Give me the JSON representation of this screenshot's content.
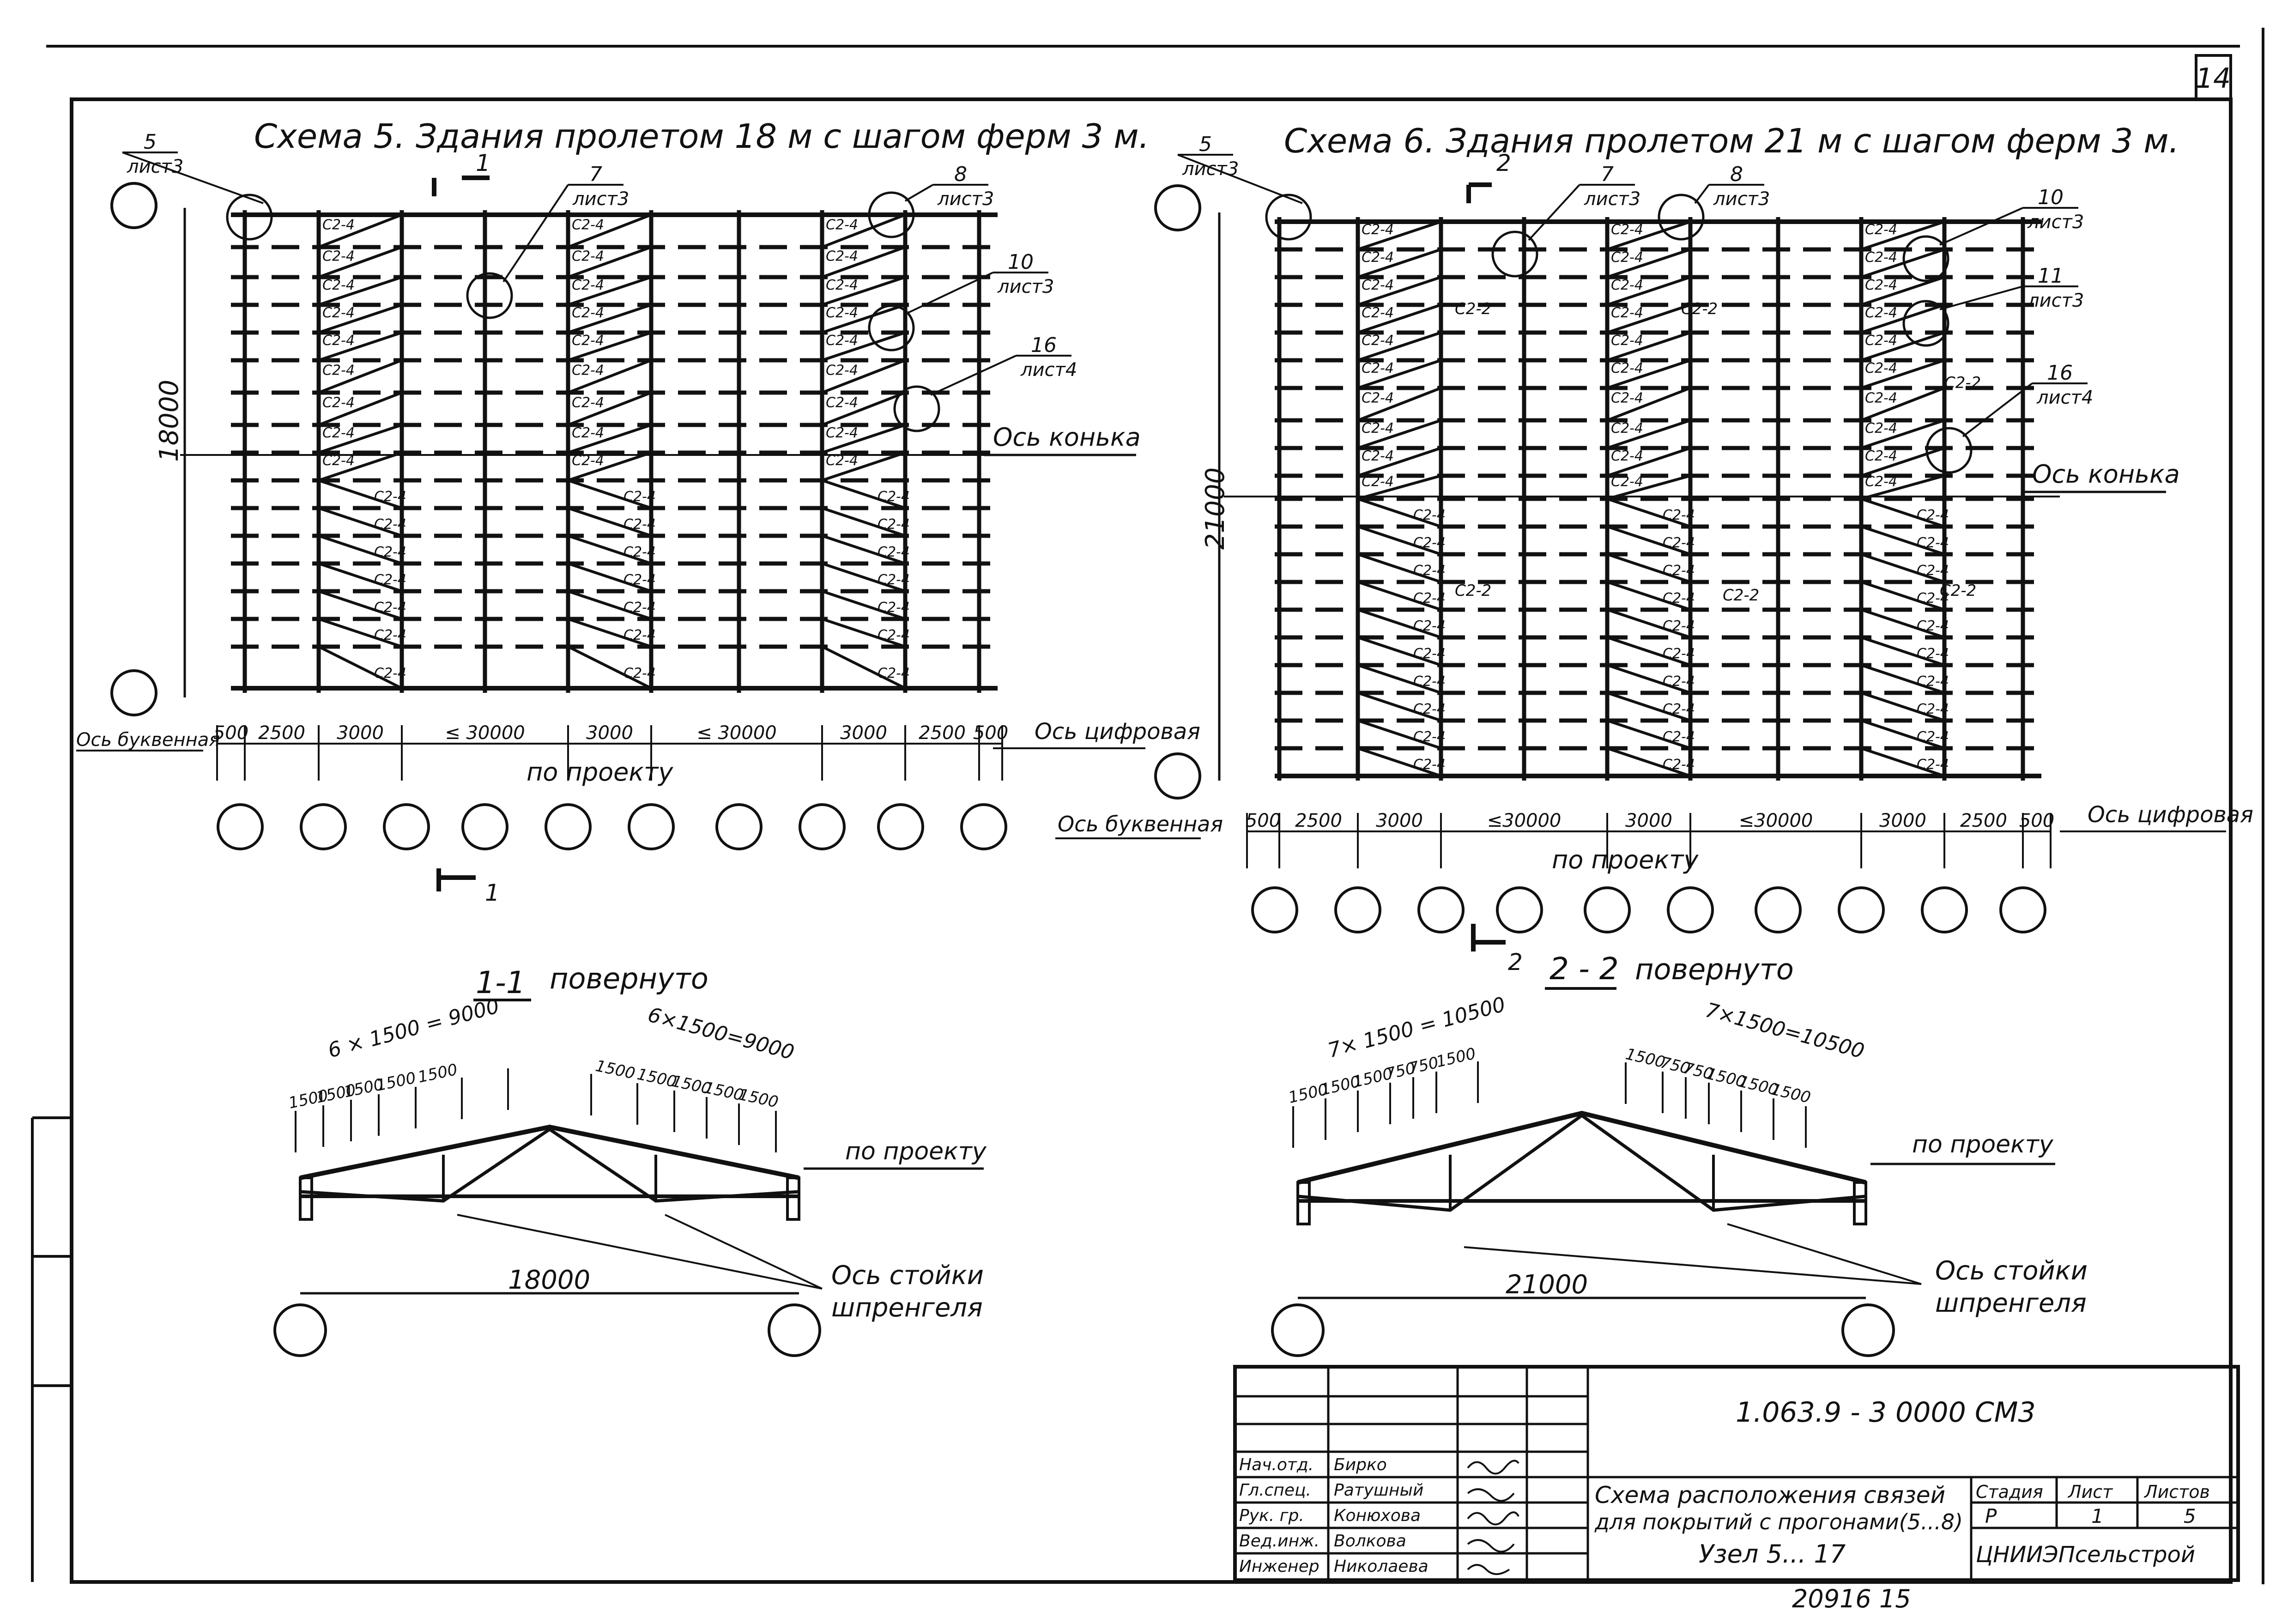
{
  "sheet_corner_number": "14",
  "scheme5": {
    "title": "Схема 5. Здания пролетом 18 м с шагом ферм 3 м.",
    "height_dim": "18000",
    "ridge_label": "Ось конька",
    "letter_axis_label": "Ось буквенная",
    "digit_axis_label": "Ось цифровая",
    "by_project": "по проекту",
    "brace_label": "С2-4",
    "section_mark": "1",
    "bottom_dims": [
      "500",
      "2500",
      "3000",
      "≤ 30000",
      "3000",
      "≤ 30000",
      "3000",
      "2500",
      "500"
    ],
    "callouts": [
      {
        "num": "5",
        "sheet": "лист3"
      },
      {
        "num": "7",
        "sheet": "лист3"
      },
      {
        "num": "8",
        "sheet": "лист3"
      },
      {
        "num": "10",
        "sheet": "лист3"
      },
      {
        "num": "16",
        "sheet": "лист4"
      }
    ]
  },
  "scheme6": {
    "title": "Схема 6. Здания пролетом 21 м с шагом ферм 3 м.",
    "height_dim": "21000",
    "ridge_label": "Ось конька",
    "letter_axis_label": "Ось буквенная",
    "digit_axis_label": "Ось цифровая",
    "by_project": "по проекту",
    "brace_label": "С2-4",
    "brace_label_2": "С2-2",
    "section_mark": "2",
    "bottom_dims": [
      "500",
      "2500",
      "3000",
      "≤30000",
      "3000",
      "≤30000",
      "3000",
      "2500",
      "500"
    ],
    "callouts": [
      {
        "num": "5",
        "sheet": "лист3"
      },
      {
        "num": "7",
        "sheet": "лист3"
      },
      {
        "num": "8",
        "sheet": "лист3"
      },
      {
        "num": "10",
        "sheet": "лист3"
      },
      {
        "num": "11",
        "sheet": "лист3"
      },
      {
        "num": "16",
        "sheet": "лист4"
      }
    ]
  },
  "section1": {
    "title": "1-1",
    "subtitle": "повернуто",
    "left_total": "6 × 1500 = 9000",
    "right_total": "6×1500=9000",
    "left_steps": [
      "1500",
      "1500",
      "1500",
      "1500",
      "1500"
    ],
    "right_steps": [
      "1500",
      "1500",
      "1500",
      "1500",
      "1500"
    ],
    "span": "18000",
    "by_project": "по проекту",
    "post_axis": "Ось стойки",
    "post_axis_2": "шпренгеля"
  },
  "section2": {
    "title": "2 - 2",
    "subtitle": "повернуто",
    "left_total": "7× 1500 = 10500",
    "right_total": "7×1500=10500",
    "left_steps": [
      "1500",
      "1500",
      "1500",
      "750",
      "750",
      "1500"
    ],
    "right_steps": [
      "1500",
      "750",
      "750",
      "1500",
      "1500",
      "1500"
    ],
    "span": "21000",
    "by_project": "по проекту",
    "post_axis": "Ось стойки",
    "post_axis_2": "шпренгеля"
  },
  "title_block": {
    "code": "1.063.9 - 3   0000 СМ3",
    "title_line1": "Схема расположения связей",
    "title_line2": "для покрытий с прогонами(5...8)",
    "title_line3": "Узел 5... 17",
    "stage_header": "Стадия",
    "sheet_header": "Лист",
    "sheets_header": "Листов",
    "stage": "Р",
    "sheet": "1",
    "sheets": "5",
    "org": "ЦНИИЭПсельстрой",
    "roles": [
      "Нач.отд.",
      "Гл.спец.",
      "Рук. гр.",
      "Вед.инж.",
      "Инженер"
    ],
    "names": [
      "Бирко",
      "Ратушный",
      "Конюхова",
      "Волкова",
      "Николаева"
    ]
  },
  "footer_number": "20916   15"
}
